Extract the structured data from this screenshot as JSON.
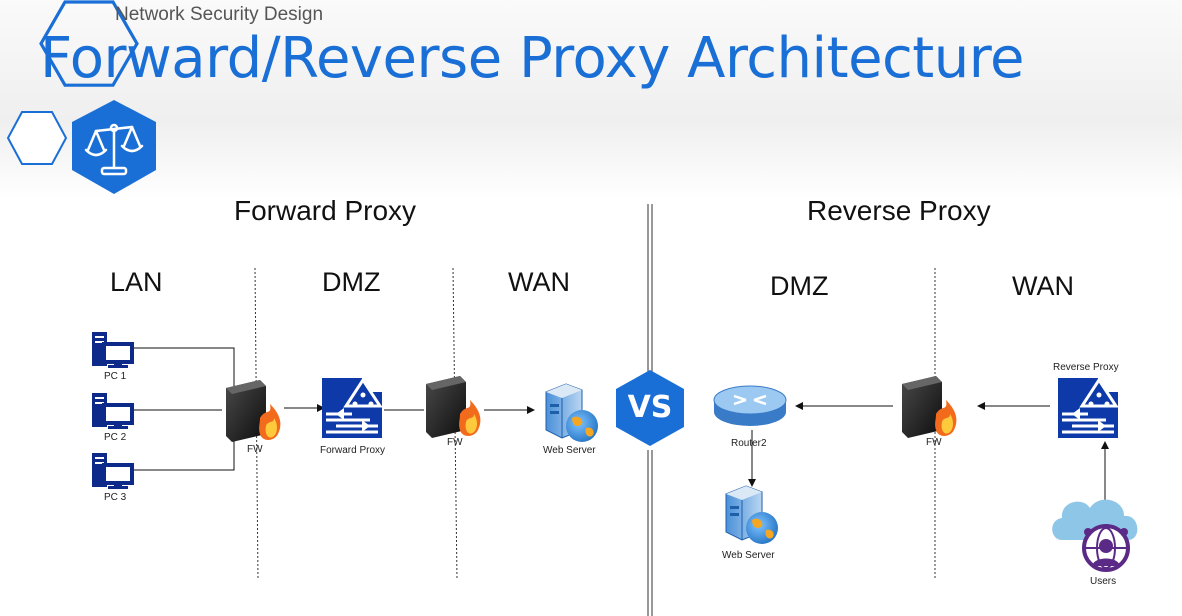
{
  "header": {
    "kicker": "Network Security Design",
    "title": "Forward/Reverse Proxy Architecture",
    "logo_icon": "balance-scale-icon"
  },
  "forward": {
    "heading": "Forward Proxy",
    "zones": [
      "LAN",
      "DMZ",
      "WAN"
    ],
    "nodes": {
      "pc1": "PC 1",
      "pc2": "PC 2",
      "pc3": "PC 3",
      "fw1": "FW",
      "proxy": "Forward Proxy",
      "fw2": "FW",
      "web": "Web Server"
    }
  },
  "vs": "VS",
  "reverse": {
    "heading": "Reverse Proxy",
    "zones": [
      "DMZ",
      "WAN"
    ],
    "nodes": {
      "router": "Router2",
      "web": "Web Server",
      "fw": "FW",
      "proxy": "Reverse Proxy",
      "users": "Users"
    }
  },
  "colors": {
    "title": "#1a6fd6",
    "accent_blue": "#1565c0",
    "hex_outline": "#1a6fd6",
    "firewall_flame": "#f26b1d",
    "cloud": "#8ec6e8",
    "users_purple": "#5b2a86"
  }
}
